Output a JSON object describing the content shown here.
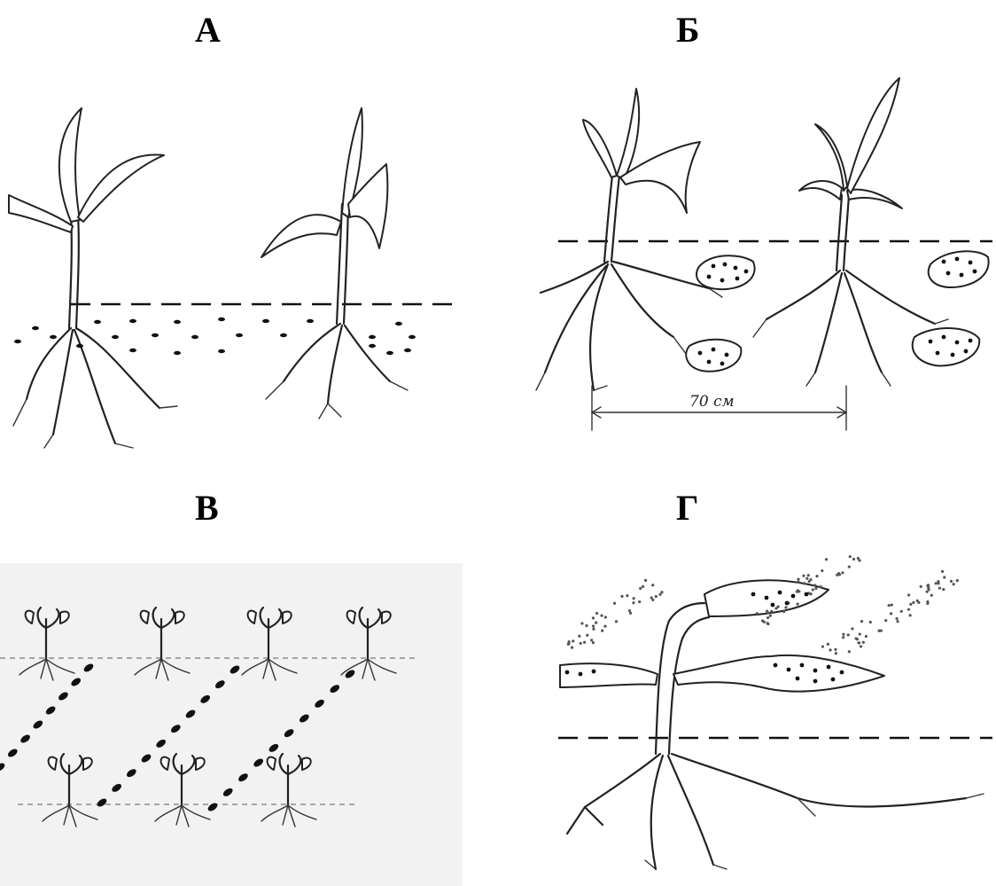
{
  "panels": {
    "a": {
      "label": "А"
    },
    "b": {
      "label": "Б",
      "measurement": "70 см"
    },
    "v": {
      "label": "В"
    },
    "g": {
      "label": "Г"
    }
  }
}
